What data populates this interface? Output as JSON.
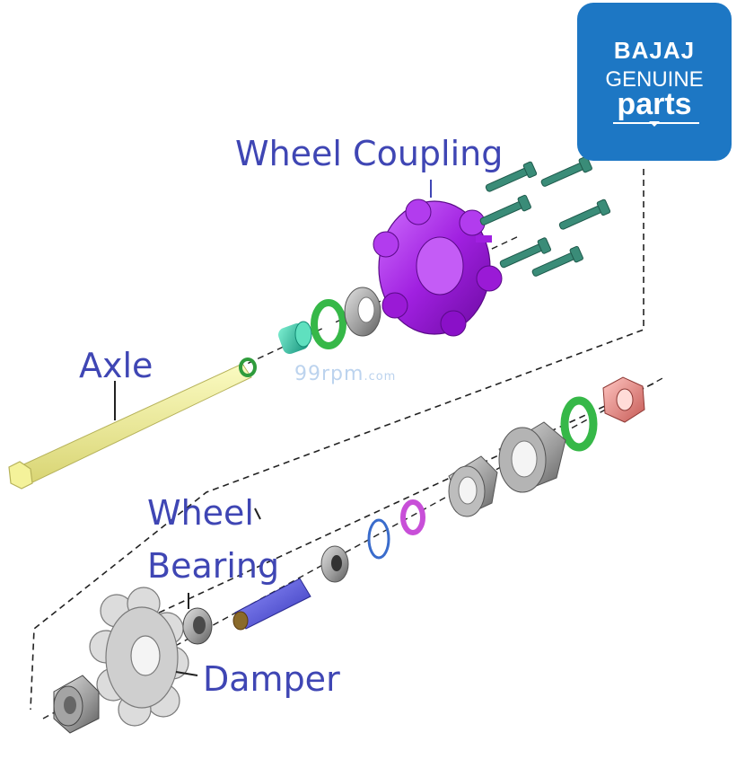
{
  "labels": {
    "wheel_coupling": "Wheel Coupling",
    "axle": "Axle",
    "wheel_bearing_line1": "Wheel",
    "wheel_bearing_line2": "Bearing",
    "damper": "Damper"
  },
  "brand": {
    "name": "BAJAJ",
    "line2": "GENUINE",
    "line3": "parts",
    "background": "#1d77c4"
  },
  "watermark": {
    "main": "99rpm",
    "suffix": ".com"
  },
  "colors": {
    "label_text": "#3f46b4",
    "wheel_coupling": "#a020e0",
    "bolts": "#3a8c78",
    "axle": "#f0ee8a",
    "green_seal": "#36b848",
    "teal_collar": "#35c7a6",
    "grey_spacer": "#9c9c9c",
    "purple_washer": "#c84fd8",
    "blue_sleeve": "#5a5ae0",
    "blue_circlip": "#3a6ccc",
    "red_nut": "#e68a86",
    "damper_rubber": "#d8d8d8"
  }
}
